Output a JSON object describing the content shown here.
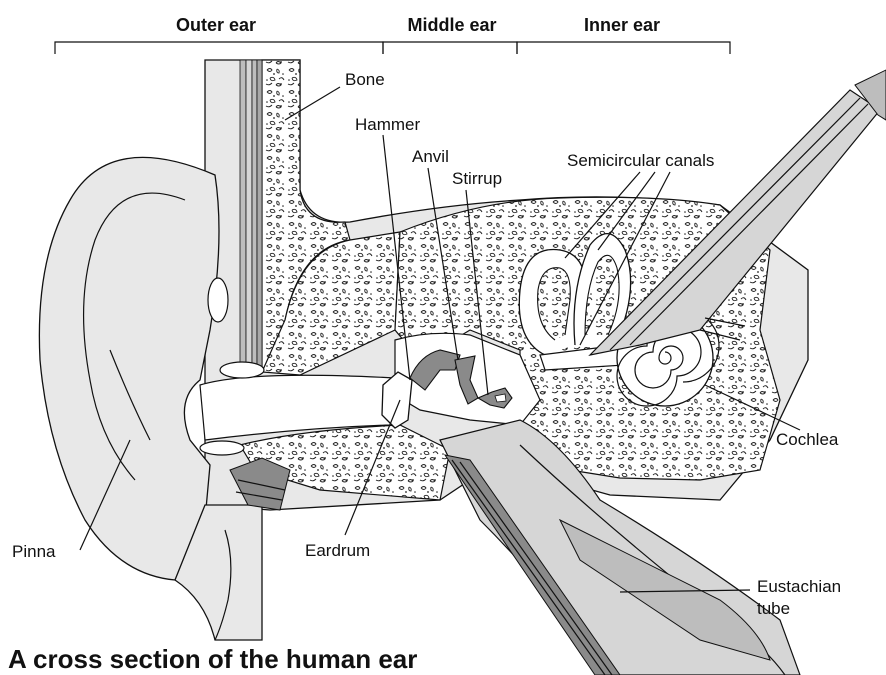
{
  "title": "A cross section of the human ear",
  "regions": [
    {
      "key": "outer",
      "label": "Outer ear"
    },
    {
      "key": "middle",
      "label": "Middle ear"
    },
    {
      "key": "inner",
      "label": "Inner ear"
    }
  ],
  "labels": {
    "bone": "Bone",
    "hammer": "Hammer",
    "anvil": "Anvil",
    "stirrup": "Stirrup",
    "semicircular": "Semicircular canals",
    "cochlea": "Cochlea",
    "pinna": "Pinna",
    "eardrum": "Eardrum",
    "eustachian_1": "Eustachian",
    "eustachian_2": "tube"
  },
  "colors": {
    "skin": "#e8e8e8",
    "mid_gray": "#bdbdbd",
    "dark_gray": "#8a8a8a",
    "outline": "#111111"
  }
}
